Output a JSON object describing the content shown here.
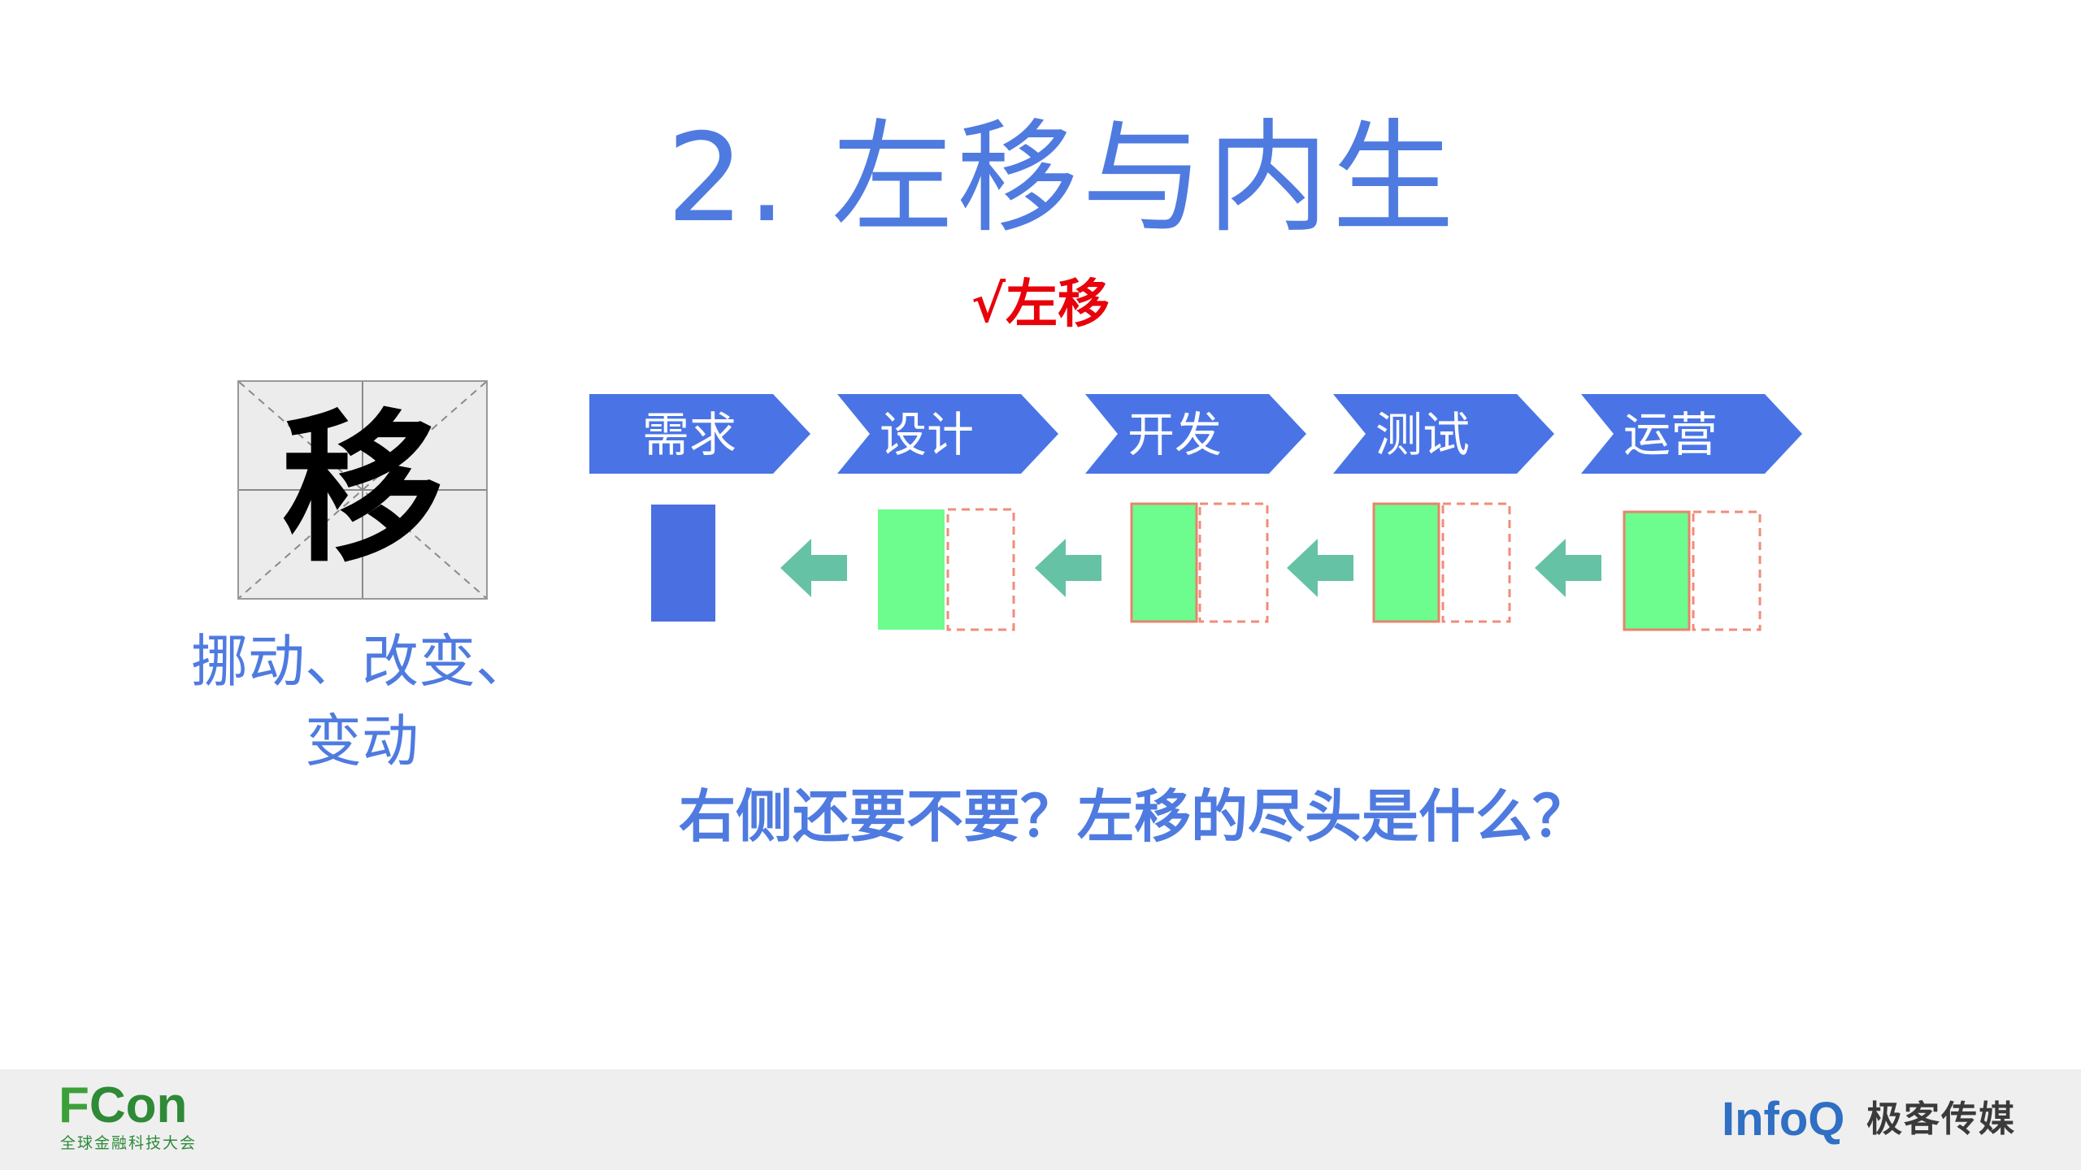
{
  "slide": {
    "title": "2. 左移与内生",
    "shift_label": "√左移",
    "character": "移",
    "character_meaning": [
      "挪动、改变、",
      "变动"
    ],
    "question": "右侧还要不要？左移的尽头是什么？"
  },
  "flow": {
    "stages": [
      {
        "label": "需求"
      },
      {
        "label": "设计"
      },
      {
        "label": "开发"
      },
      {
        "label": "测试"
      },
      {
        "label": "运营"
      }
    ],
    "colors": {
      "stage_fill": "#4a74e6",
      "first_block": "#4a6fe0",
      "green_block": "#6cfd8e",
      "green_border": "#e8836e",
      "dashed_border": "#f08c7a",
      "arrow": "#66c2a5"
    }
  },
  "footer": {
    "left_logo": {
      "brand_f": "F",
      "brand_rest": "Con",
      "subtitle": "全球金融科技大会"
    },
    "right_logo": {
      "brand": "Info",
      "brand_q": "Q",
      "chinese": "极客传媒"
    }
  }
}
